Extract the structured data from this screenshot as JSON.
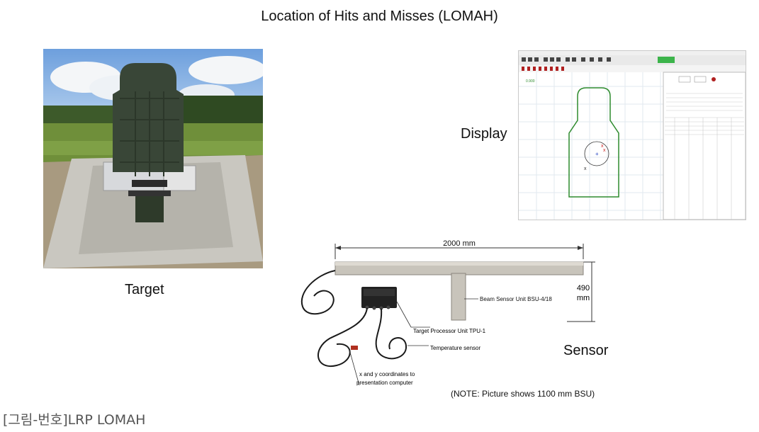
{
  "title": "Location of Hits and Misses (LOMAH)",
  "labels": {
    "target": "Target",
    "display": "Display",
    "sensor": "Sensor"
  },
  "sensor_callouts": {
    "width": "2000 mm",
    "height_value": "490",
    "height_unit": "mm",
    "bsu": "Beam Sensor Unit BSU-4/18",
    "tpu": "Target Processor Unit TPU-1",
    "temp": "Temperature sensor",
    "xy_line1": "x and y coordinates to",
    "xy_line2": "presentation computer"
  },
  "note": "(NOTE: Picture shows 1100 mm BSU)",
  "caption": "[그림-번호]LRP LOMAH",
  "display_screen": {
    "grid_tag": "0.900"
  },
  "colors": {
    "silhouette": "#2e8b2e",
    "grid": "#e2e8ef",
    "hit_marker": "#cc2222",
    "sky": "#8fb7e6",
    "grass": "#6f8f3a",
    "concrete": "#c9c7c0",
    "target_body": "#394637"
  }
}
